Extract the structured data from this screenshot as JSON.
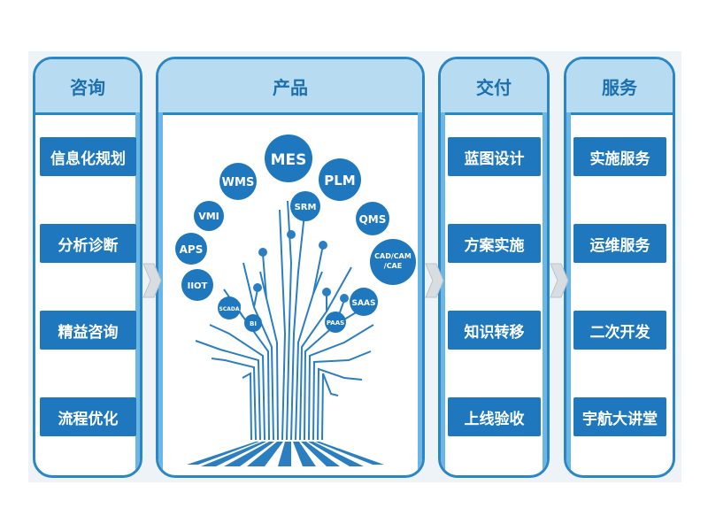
{
  "columns": [
    {
      "title": "咨询",
      "items": [
        "信息化规划",
        "分析诊断",
        "精益咨询",
        "流程优化"
      ]
    },
    {
      "title": "产品",
      "nodes": [
        "MES",
        "WMS",
        "PLM",
        "SRM",
        "VMI",
        "QMS",
        "APS",
        "CAD/CAM/CAE",
        "IIOT",
        "SAAS",
        "SCADA",
        "BI",
        "PAAS"
      ]
    },
    {
      "title": "交付",
      "items": [
        "蓝图设计",
        "方案实施",
        "知识转移",
        "上线验收"
      ]
    },
    {
      "title": "服务",
      "items": [
        "实施服务",
        "运维服务",
        "二次开发",
        "宇航大讲堂"
      ]
    }
  ],
  "colors": {
    "primary": "#1f78bd",
    "border": "#2a86c6",
    "header": "#b7dcf1",
    "tree": "#2b7fc1"
  }
}
